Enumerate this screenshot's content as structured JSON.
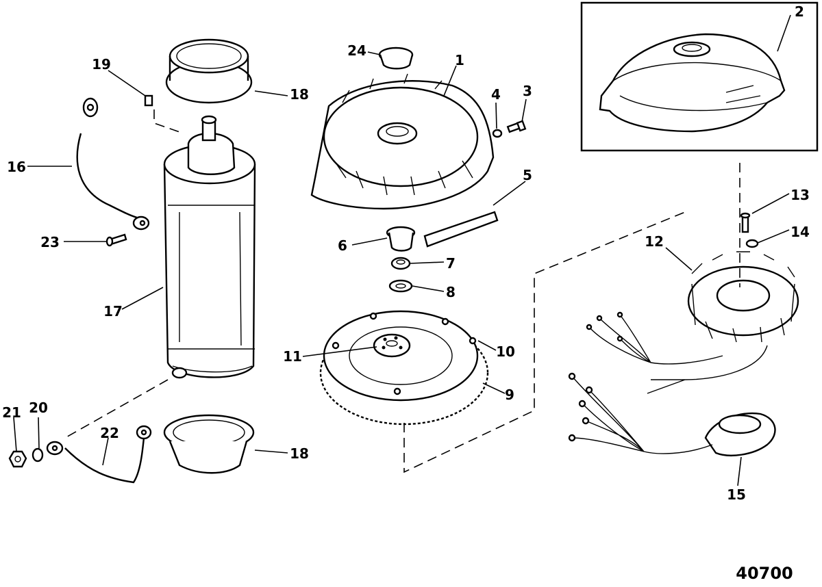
{
  "figure_number": "40700",
  "callouts": {
    "c1": "1",
    "c2": "2",
    "c3": "3",
    "c4": "4",
    "c5": "5",
    "c6": "6",
    "c7": "7",
    "c8": "8",
    "c9": "9",
    "c10": "10",
    "c11": "11",
    "c12": "12",
    "c13": "13",
    "c14": "14",
    "c15": "15",
    "c16": "16",
    "c17": "17",
    "c18a": "18",
    "c18b": "18",
    "c19": "19",
    "c20": "20",
    "c21": "21",
    "c22": "22",
    "c23": "23",
    "c24": "24"
  }
}
